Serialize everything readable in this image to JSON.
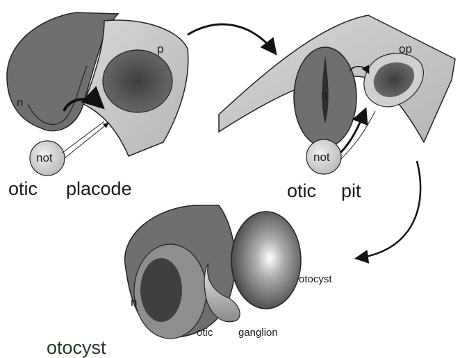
{
  "panels": {
    "placode": {
      "caption_word1": "otic",
      "caption_word2": "placode",
      "label_n": "n",
      "label_p": "p",
      "label_not": "not"
    },
    "pit": {
      "caption_word1": "otic",
      "caption_word2": "pit",
      "label_n": "n",
      "label_op": "op",
      "label_not": "not"
    },
    "otocyst": {
      "caption": "otocyst",
      "label_n": "n",
      "label_otocyst": "otocyst",
      "label_otic": "otic",
      "label_ganglion": "ganglion"
    }
  },
  "colors": {
    "tissue_dark": "#6f6f6f",
    "tissue_mid": "#9a9a9a",
    "tissue_light": "#cfcfcf",
    "outline": "#222222",
    "background": "#ffffff"
  }
}
